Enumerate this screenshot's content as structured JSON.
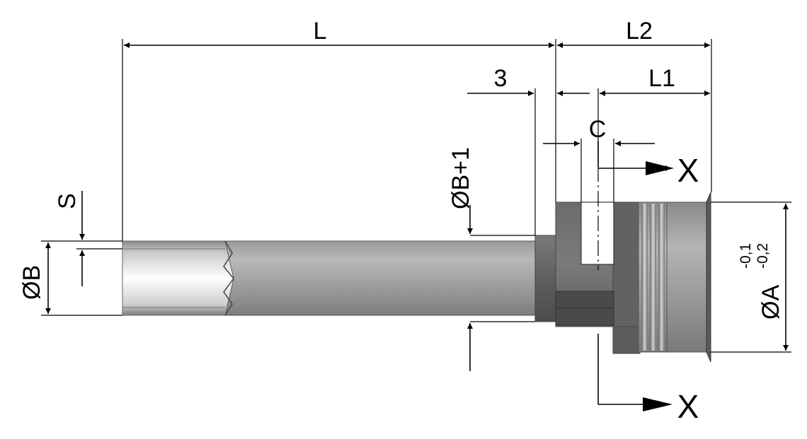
{
  "labels": {
    "L": "L",
    "L2": "L2",
    "L1": "L1",
    "three": "3",
    "C": "C",
    "B_plus_1": "ØB+1",
    "S": "S",
    "B": "ØB",
    "A": "ØA",
    "tol_upper": "-0,1",
    "tol_lower": "-0,2",
    "section_top": "X",
    "section_bottom": "X"
  },
  "colors": {
    "tube_dark": "#8f8f8f",
    "tube_light": "#f2f2f2",
    "flange_dark": "#6a6a6a",
    "thread": "#a9a9a9",
    "dimension_lines": "#000000"
  }
}
